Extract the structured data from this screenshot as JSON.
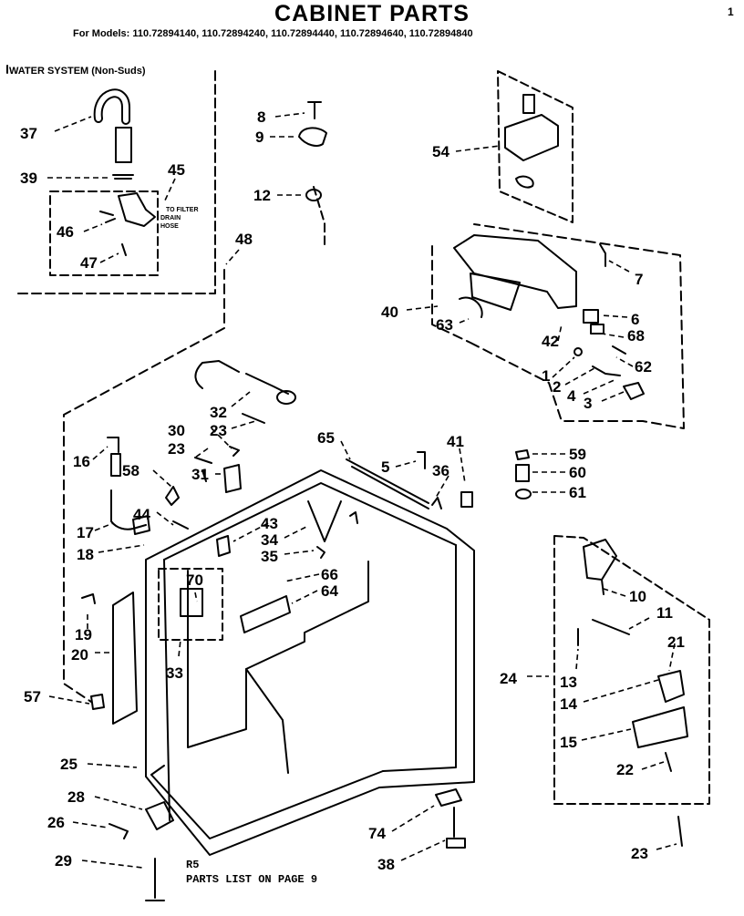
{
  "header": {
    "title": "CABINET PARTS",
    "models": "For Models: 110.72894140, 110.72894240, 110.72894440, 110.72894640, 110.72894840",
    "corner_mark": "1"
  },
  "water_system": {
    "label": "WATER SYSTEM (Non-Suds)",
    "note_line1": "TO FILTER",
    "note_line2": "DRAIN",
    "note_line3": "HOSE"
  },
  "footer": {
    "code": "R5",
    "parts_list": "PARTS LIST ON PAGE 9"
  },
  "callouts": [
    "37",
    "39",
    "45",
    "46",
    "47",
    "48",
    "8",
    "9",
    "12",
    "54",
    "7",
    "40",
    "63",
    "6",
    "42",
    "68",
    "1",
    "62",
    "2",
    "4",
    "3",
    "32",
    "23",
    "30",
    "23",
    "31",
    "16",
    "58",
    "65",
    "5",
    "36",
    "41",
    "59",
    "60",
    "61",
    "17",
    "44",
    "43",
    "34",
    "35",
    "18",
    "70",
    "66",
    "64",
    "10",
    "11",
    "19",
    "20",
    "33",
    "24",
    "13",
    "21",
    "14",
    "57",
    "15",
    "22",
    "25",
    "28",
    "26",
    "74",
    "23",
    "29",
    "38"
  ]
}
